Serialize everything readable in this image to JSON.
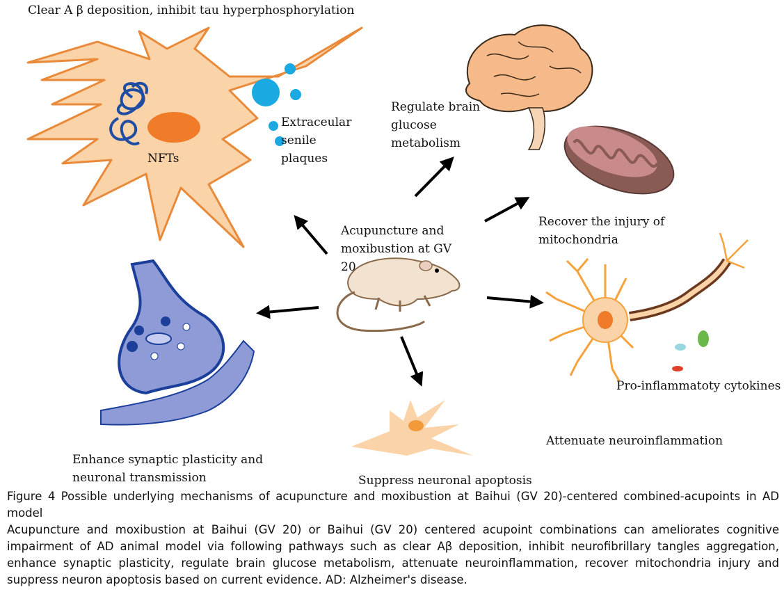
{
  "labels": {
    "top_title": "Clear A β deposition, inhibit tau hyperphosphorylation",
    "plaques": "Extraceular senile plaques",
    "nfts": "NFTs",
    "brain_glucose": "Regulate brain glucose metabolism",
    "mitochondria": "Recover the injury of mitochondria",
    "center": "Acupuncture and moxibustion at GV 20",
    "synaptic": "Enhance synaptic plasticity and neuronal transmission",
    "apoptosis": "Suppress neuronal apoptosis",
    "cytokines": "Pro-inflammatoty cytokines",
    "neuroinflammation": "Attenuate neuroinflammation"
  },
  "caption": {
    "title": "Figure 4 Possible underlying mechanisms of acupuncture and moxibustion at Baihui (GV 20)-centered combined-acupoints in AD model",
    "body": "Acupuncture and moxibustion at Baihui (GV 20) or Baihui (GV 20) centered acupoint combinations can ameliorates cognitive impairment of AD animal model via following pathways such as clear Aβ deposition, inhibit neurofibrillary tangles aggregation, enhance synaptic plasticity, regulate brain glucose metabolism, attenuate neuroinflammation, recover mitochondria injury and suppress neuron apoptosis based on current evidence. AD: Alzheimer's disease."
  },
  "colors": {
    "neuron_fill": "#fbd3a8",
    "neuron_stroke": "#e88a3a",
    "nucleus": "#f07c2a",
    "tangle": "#1f4da3",
    "plaque": "#1aa9e0",
    "synapse_fill": "#8f9bd6",
    "synapse_stroke": "#1b3f9a",
    "mito_outer": "#8a5a55",
    "mito_inner": "#c98a8c",
    "myelin": "#6b3a1e",
    "mouse_fill": "#f2e3d0",
    "mouse_stroke": "#8a6a4a",
    "arrow": "#000000"
  }
}
